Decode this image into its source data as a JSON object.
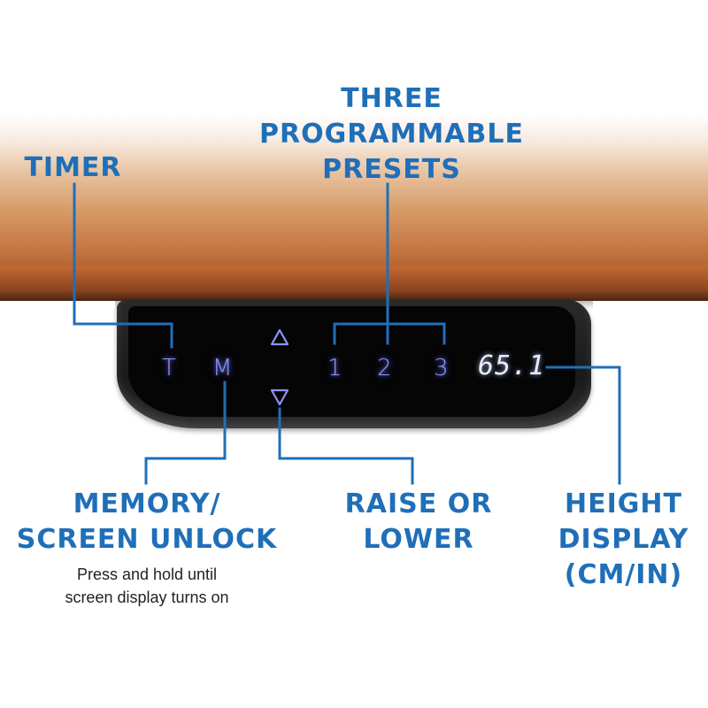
{
  "callouts": {
    "timer": "TIMER",
    "presets": [
      "THREE",
      "PROGRAMMABLE",
      "PRESETS"
    ],
    "memory": [
      "MEMORY/",
      "SCREEN UNLOCK"
    ],
    "memory_note": [
      "Press and hold until",
      "screen display turns on"
    ],
    "raise": [
      "RAISE OR",
      "LOWER"
    ],
    "height": [
      "HEIGHT",
      "DISPLAY",
      "(CM/IN)"
    ]
  },
  "controller": {
    "timer_key": "T",
    "memory_key": "M",
    "preset_keys": [
      "1",
      "2",
      "3"
    ],
    "up_icon": "triangle-up-icon",
    "down_icon": "triangle-down-icon",
    "height_value": "65.1"
  },
  "colors": {
    "label_blue": "#1f6fb8",
    "led_blue": "#8d92ff",
    "wood": "#b3612e"
  }
}
